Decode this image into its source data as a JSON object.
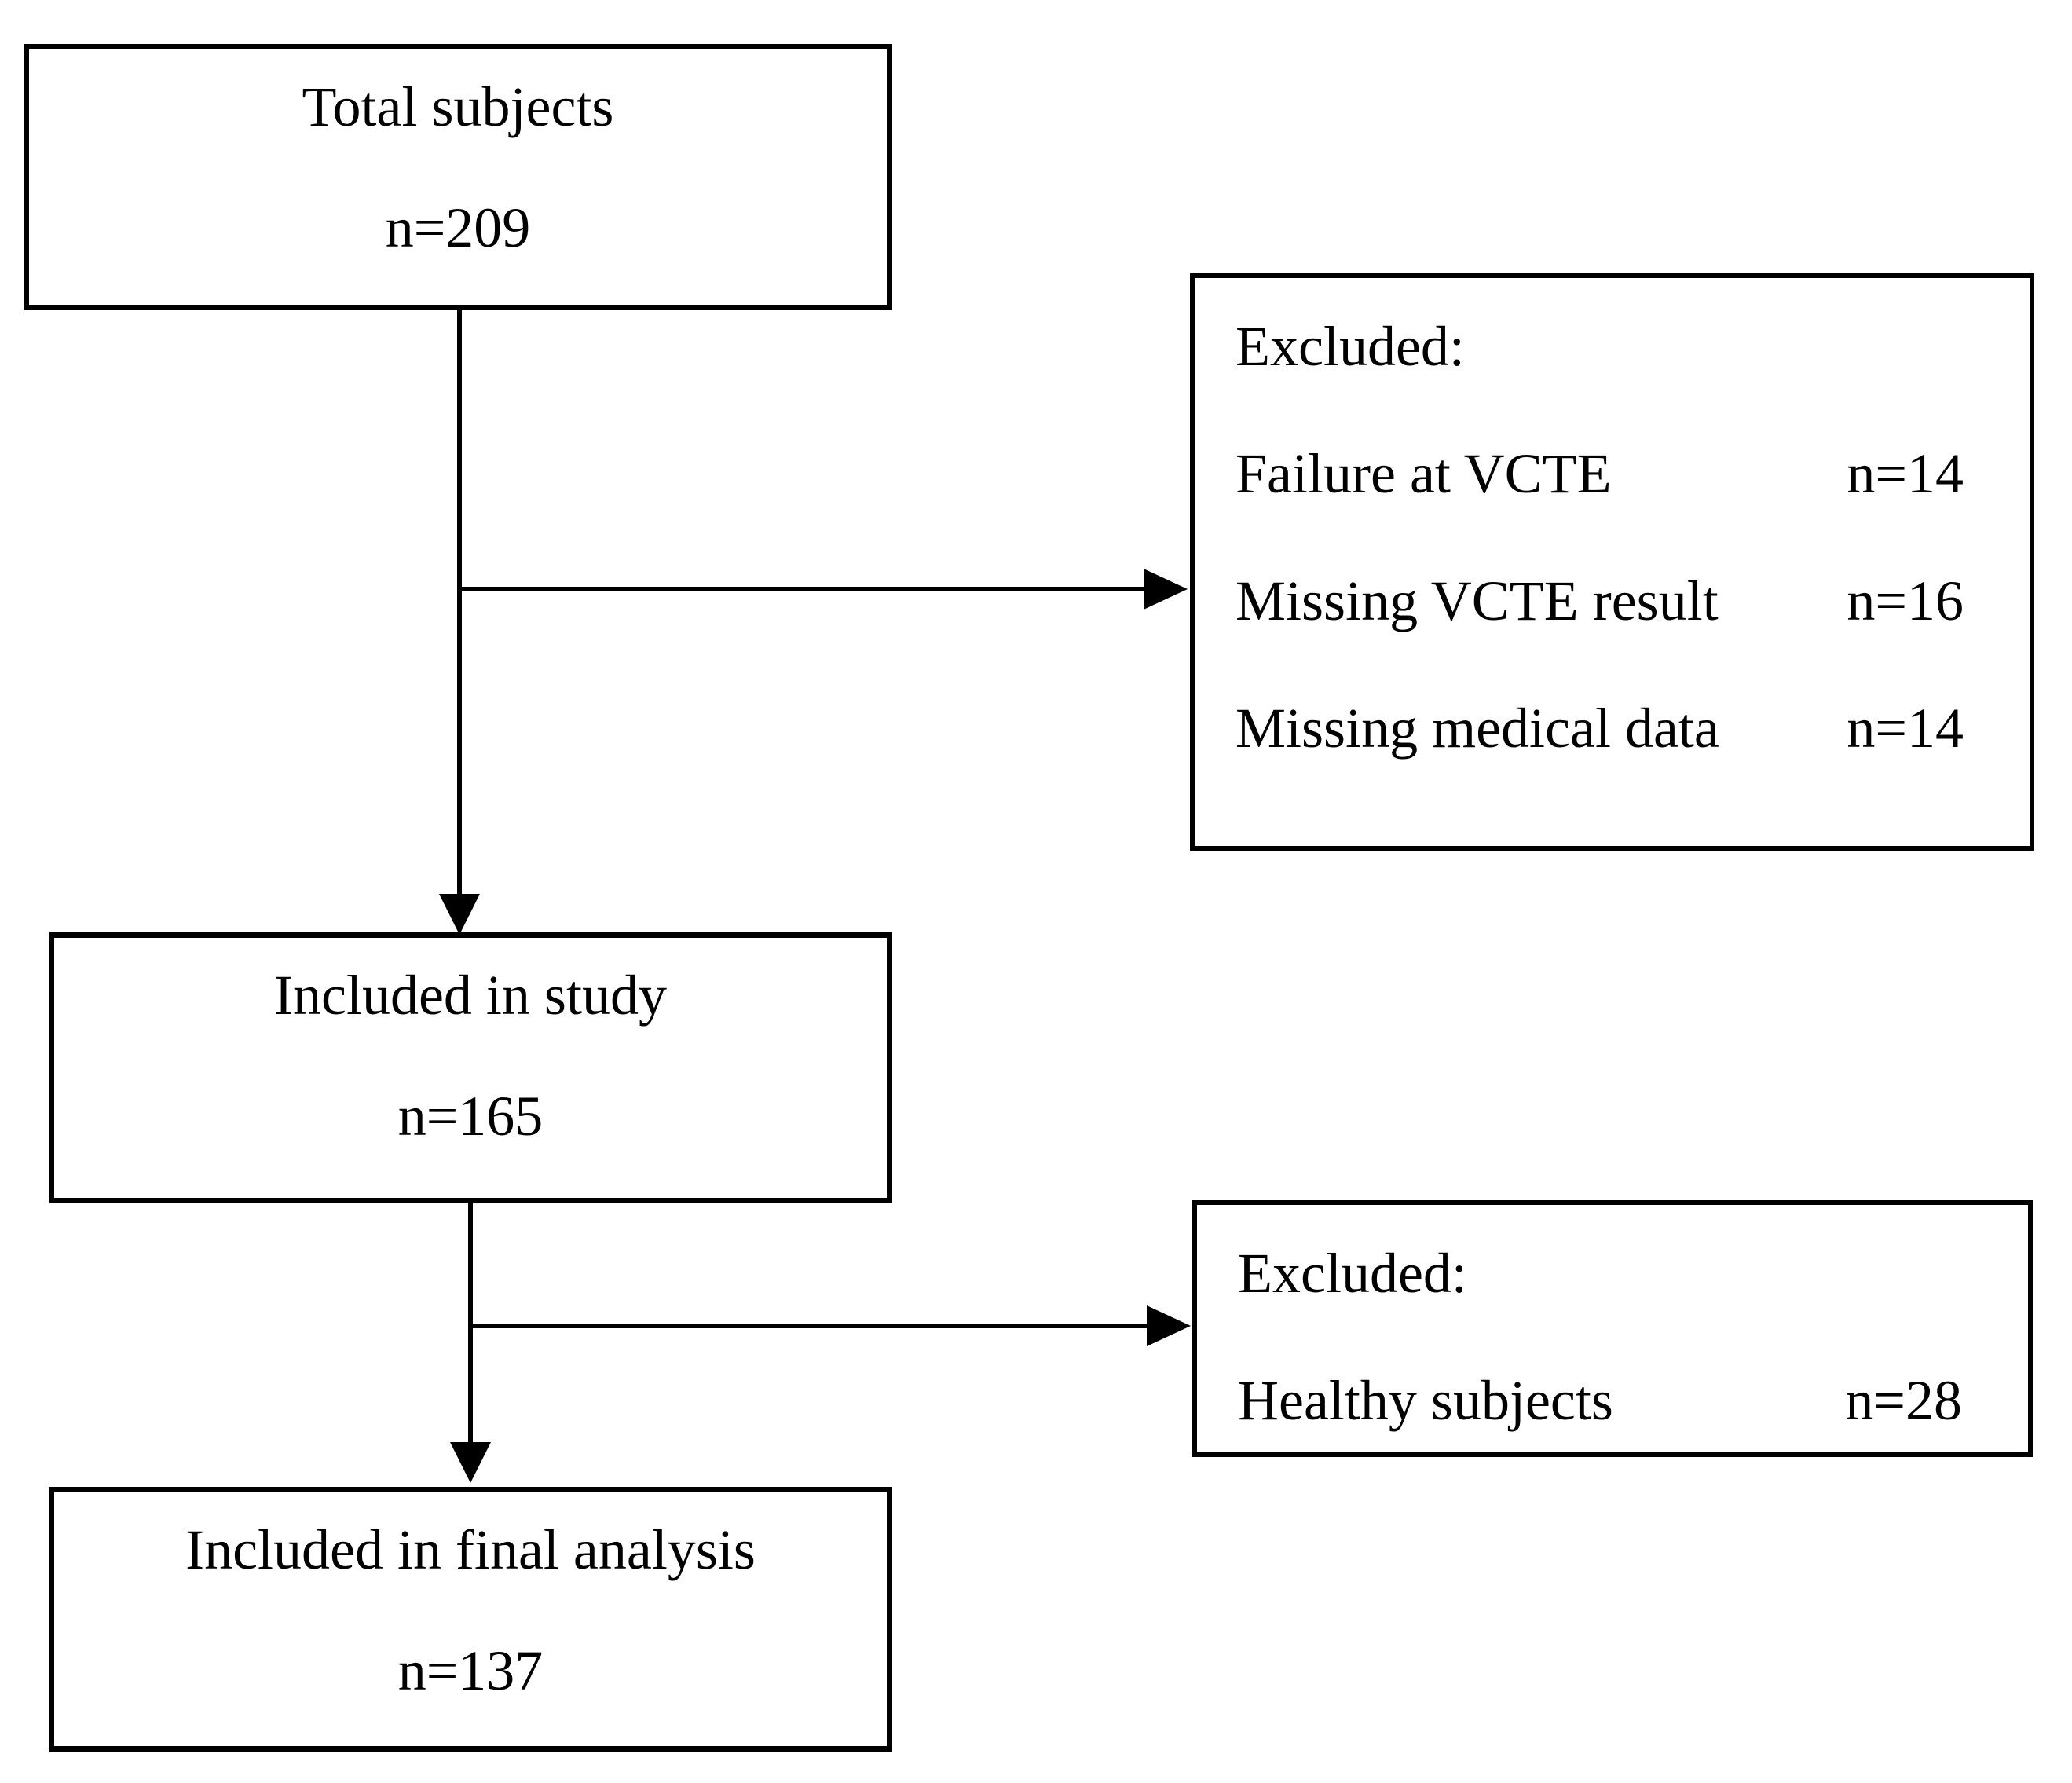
{
  "figure": {
    "background_color": "#ffffff",
    "line_color": "#000000",
    "text_color": "#000000"
  },
  "boxes": {
    "total": {
      "title": "Total subjects",
      "count": "n=209"
    },
    "excluded1": {
      "header": "Excluded:",
      "items": [
        {
          "label": "Failure at VCTE",
          "value": "n=14"
        },
        {
          "label": "Missing VCTE result",
          "value": "n=16"
        },
        {
          "label": "Missing medical data",
          "value": "n=14"
        }
      ]
    },
    "included": {
      "title": "Included in study",
      "count": "n=165"
    },
    "excluded2": {
      "header": "Excluded:",
      "items": [
        {
          "label": "Healthy subjects",
          "value": "n=28"
        }
      ]
    },
    "final": {
      "title": "Included in final analysis",
      "count": "n=137"
    }
  }
}
